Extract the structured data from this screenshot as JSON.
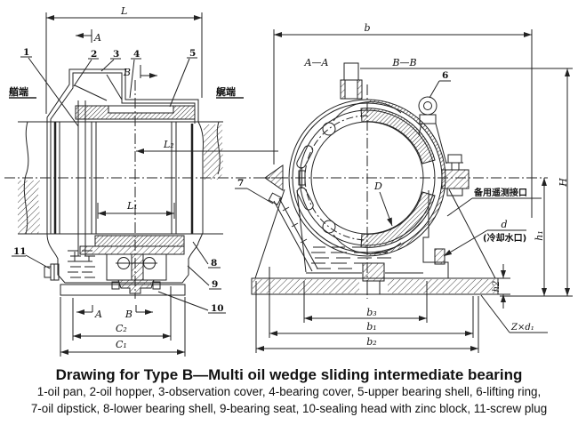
{
  "colors": {
    "ink": "#222222",
    "text": "#111111",
    "bg": "#ffffff"
  },
  "caption": {
    "title": "Drawing for Type B—Multi oil wedge sliding intermediate bearing",
    "line1": "1-oil pan, 2-oil hopper, 3-observation cover, 4-bearing cover, 5-upper bearing shell, 6-lifting ring,",
    "line2": "7-oil dipstick, 8-lower bearing shell, 9-bearing seat, 10-sealing head with zinc block, 11-screw plug"
  },
  "left_view": {
    "end_labels": {
      "bow": "艏端",
      "stern": "艉端"
    },
    "parts": {
      "p1": "1",
      "p2": "2",
      "p3": "3",
      "p4": "4",
      "p5": "5",
      "p8": "8",
      "p9": "9",
      "p10": "10",
      "p11": "11"
    },
    "dims": {
      "L": "L",
      "L1": "L₁",
      "L2": "L₂",
      "C1": "C₁",
      "C2": "C₂"
    },
    "sections": {
      "A_top": "A",
      "B_top": "B",
      "A_bottom": "A",
      "B_bottom": "B"
    }
  },
  "right_view": {
    "section_titles": {
      "aa": "A—A",
      "bb": "B—B"
    },
    "parts": {
      "p6": "6",
      "p7": "7"
    },
    "dims": {
      "b": "b",
      "b1": "b₁",
      "b2": "b₂",
      "b3": "b₃",
      "H": "H",
      "h1": "h₁",
      "h2": "h2",
      "D": "D",
      "d": "d",
      "zxd1": "Z×d₁"
    },
    "annotations": {
      "telemetry": "备用遥测接口",
      "cooling": "(冷却水口)"
    }
  }
}
